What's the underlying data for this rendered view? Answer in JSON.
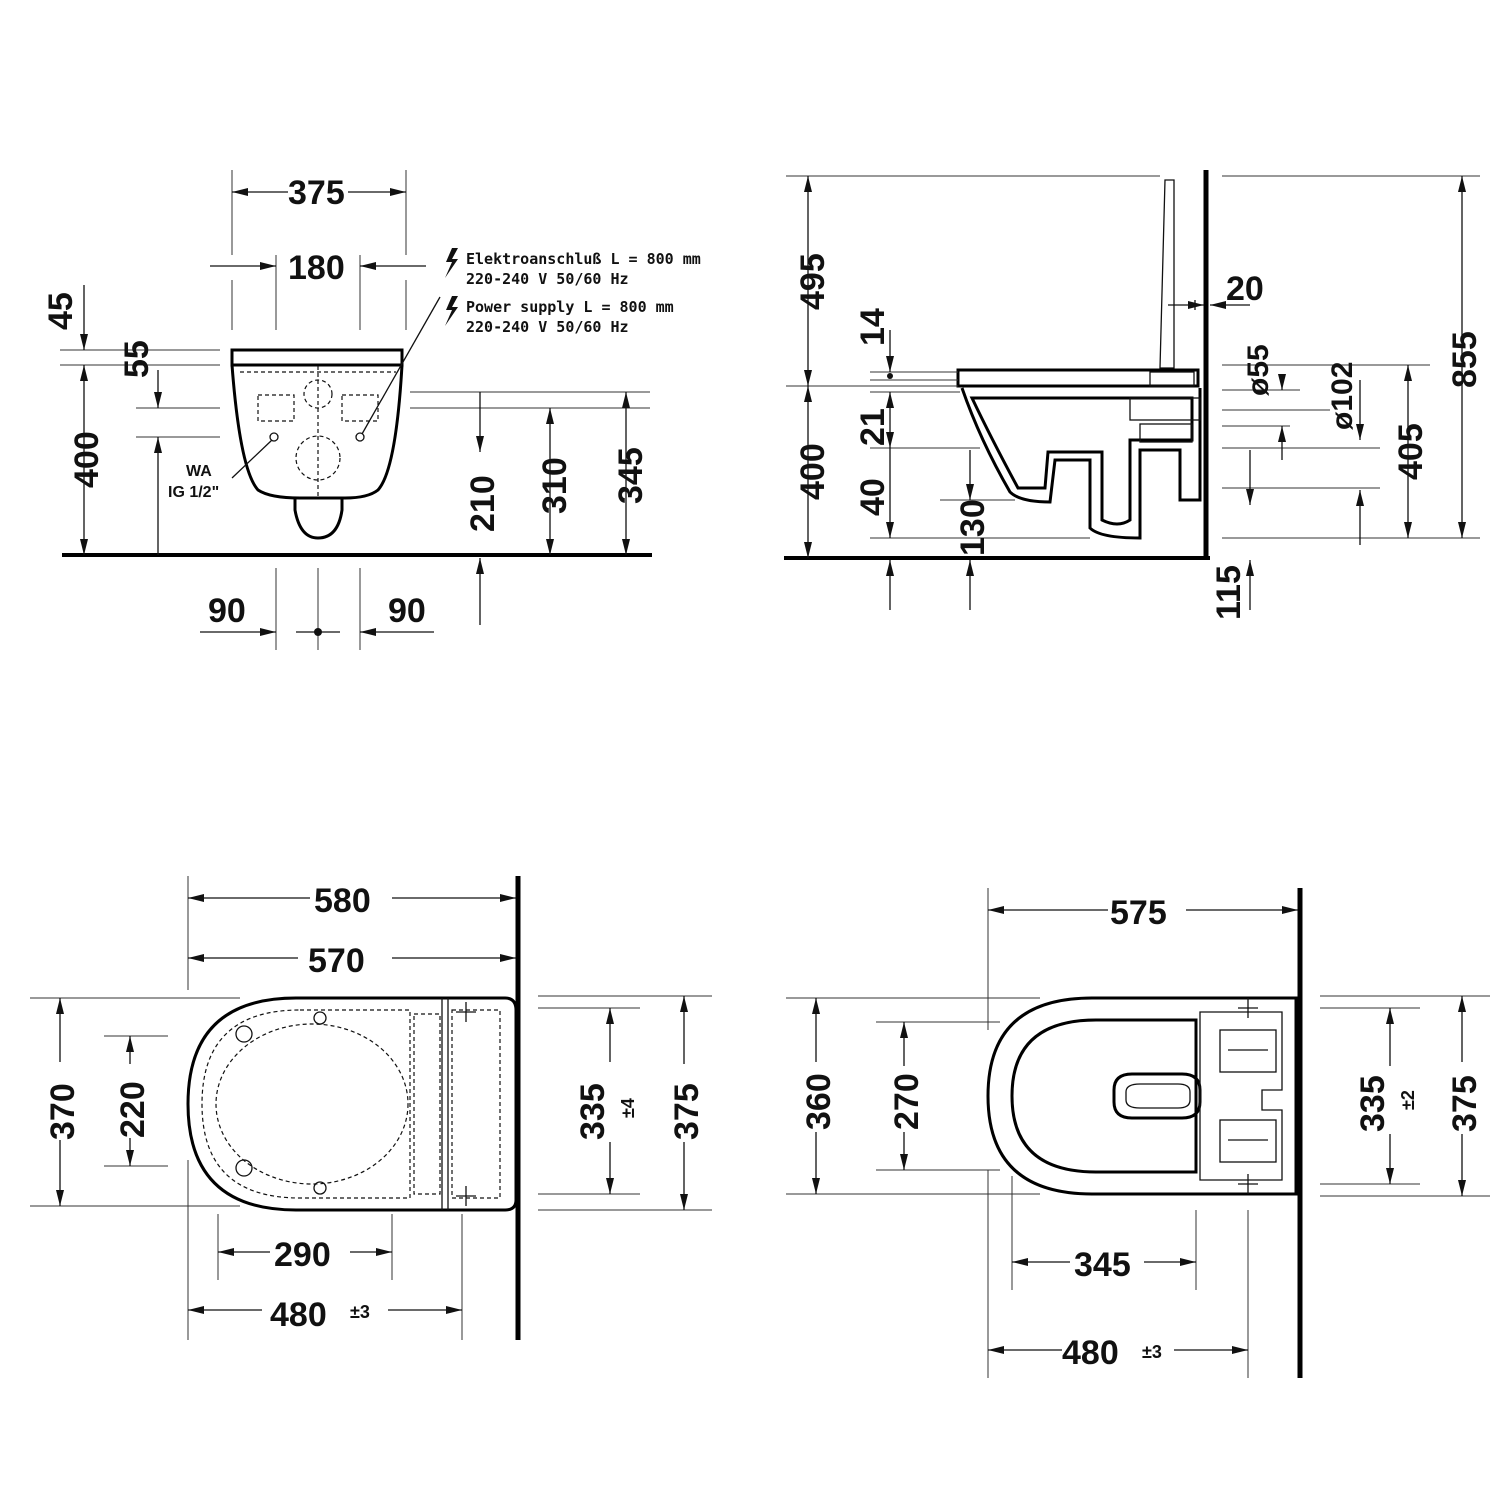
{
  "front_view": {
    "width_overall": "375",
    "fixing_spacing": "180",
    "top_offset": "45",
    "gap_55": "55",
    "height_400": "400",
    "height_210": "210",
    "height_310": "310",
    "height_345": "345",
    "offset_left_90": "90",
    "offset_right_90": "90",
    "water_label_1": "WA",
    "water_label_2": "IG 1/2\"",
    "note_de_1": "Elektroanschluß L = 800 mm",
    "note_de_2": "220-240 V  50/60 Hz",
    "note_en_1": "Power supply L = 800 mm",
    "note_en_2": "220-240 V  50/60 Hz"
  },
  "side_view": {
    "height_495": "495",
    "height_14": "14",
    "height_21": "21",
    "height_400": "400",
    "height_40": "40",
    "height_130": "130",
    "gap_20": "20",
    "dia_55": "ø55",
    "dia_102": "ø102",
    "height_405": "405",
    "height_855": "855",
    "height_115": "115"
  },
  "top_view_seat": {
    "length_580": "580",
    "length_570": "570",
    "width_370": "370",
    "width_220": "220",
    "width_335": "335",
    "tol_335": "±4",
    "width_375": "375",
    "length_290": "290",
    "length_480": "480",
    "tol_480": "±3"
  },
  "top_view_bowl": {
    "length_575": "575",
    "width_360": "360",
    "width_270": "270",
    "width_335": "335",
    "tol_335": "±2",
    "width_375": "375",
    "length_345": "345",
    "length_480": "480",
    "tol_480": "±3"
  },
  "icons": [
    "lightning-icon",
    "lightning-icon"
  ]
}
